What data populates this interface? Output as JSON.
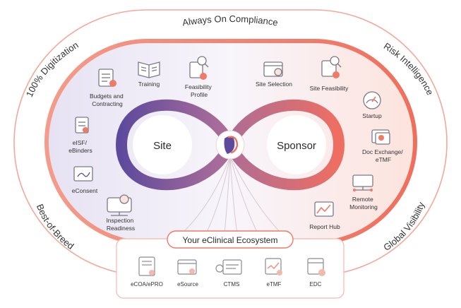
{
  "outer": {
    "top": "Always On Compliance",
    "top_left": "100% Digitization",
    "top_right": "Risk Intelligence",
    "bottom_left": "Best-of-Breed",
    "bottom_right": "Global Visibility"
  },
  "hubs": {
    "site": "Site",
    "sponsor": "Sponsor"
  },
  "site_items": [
    {
      "icon": "budget-doc-icon",
      "lines": [
        "Budgets and",
        "Contracting"
      ]
    },
    {
      "icon": "book-icon",
      "lines": [
        "Training"
      ]
    },
    {
      "icon": "feasibility-search-icon",
      "lines": [
        "Feasibility",
        "Profile"
      ]
    },
    {
      "icon": "esif-doc-icon",
      "lines": [
        "eISF/",
        "eBinders"
      ]
    },
    {
      "icon": "consent-sign-icon",
      "lines": [
        "eConsent"
      ]
    },
    {
      "icon": "inspection-network-icon",
      "lines": [
        "Inspection",
        "Readiness"
      ]
    }
  ],
  "sponsor_items": [
    {
      "icon": "site-selection-icon",
      "lines": [
        "Site Selection"
      ]
    },
    {
      "icon": "site-feasibility-icon",
      "lines": [
        "Site Feasibility"
      ]
    },
    {
      "icon": "startup-gauge-icon",
      "lines": [
        "Startup"
      ]
    },
    {
      "icon": "doc-exchange-icon",
      "lines": [
        "Doc Exchange/",
        "eTMF"
      ]
    },
    {
      "icon": "remote-monitoring-icon",
      "lines": [
        "Remote",
        "Monitoring"
      ]
    },
    {
      "icon": "report-chart-icon",
      "lines": [
        "Report Hub"
      ]
    }
  ],
  "ecosystem": {
    "title": "Your eClinical Ecosystem",
    "items": [
      {
        "icon": "ecoa-icon",
        "label": "eCOA/ePRO"
      },
      {
        "icon": "esource-icon",
        "label": "eSource"
      },
      {
        "icon": "ctms-icon",
        "label": "CTMS"
      },
      {
        "icon": "etmf-icon",
        "label": "eTMF"
      },
      {
        "icon": "edc-icon",
        "label": "EDC"
      }
    ]
  },
  "colors": {
    "coral": "#f07a66",
    "purple": "#6a4fa0",
    "inner_fill_left": "#e9e5f4",
    "inner_fill_right": "#fde8e2",
    "text": "#333333",
    "icon_gray": "#7a7a86"
  }
}
